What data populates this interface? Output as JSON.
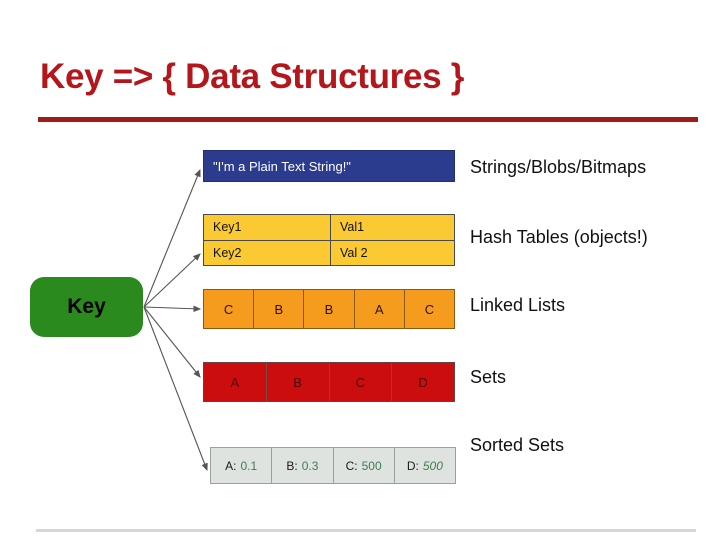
{
  "slide": {
    "title": "Key => { Data Structures }",
    "key_node_label": "Key",
    "colors": {
      "title_red": "#b3171c",
      "rule_red": "#9e1b1b",
      "key_green": "#2a8a1e",
      "string_blue": "#2b3c8e",
      "hash_yellow": "#fbc932",
      "list_orange": "#f59b1e",
      "set_red": "#cc0d0d",
      "zset_gray": "#dfe3e0",
      "score_green": "#3f7d52",
      "footer_gray": "#d7d7d7"
    }
  },
  "structures": [
    {
      "id": "string",
      "label": "Strings/Blobs/Bitmaps",
      "cells": [
        "\"I'm a Plain Text String!\""
      ]
    },
    {
      "id": "hash",
      "label": "Hash Tables (objects!)",
      "rows": [
        {
          "key": "Key1",
          "value": "Val1"
        },
        {
          "key": "Key2",
          "value": "Val 2"
        }
      ]
    },
    {
      "id": "list",
      "label": "Linked Lists",
      "cells": [
        "C",
        "B",
        "B",
        "A",
        "C"
      ]
    },
    {
      "id": "set",
      "label": "Sets",
      "cells": [
        "A",
        "B",
        "C",
        "D"
      ]
    },
    {
      "id": "zset",
      "label": "Sorted Sets",
      "entries": [
        {
          "member": "A:",
          "score": "0.1",
          "italic": false
        },
        {
          "member": "B:",
          "score": "0.3",
          "italic": false
        },
        {
          "member": "C:",
          "score": "500",
          "italic": false
        },
        {
          "member": "D:",
          "score": "500",
          "italic": true
        }
      ]
    }
  ]
}
